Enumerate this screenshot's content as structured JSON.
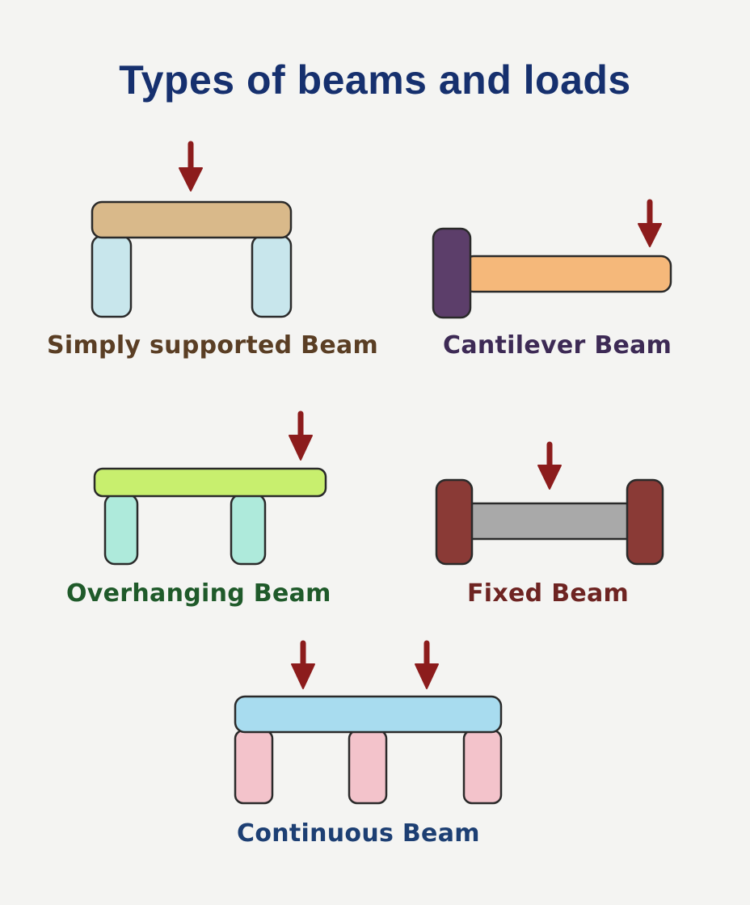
{
  "title": {
    "text": "Types of beams and loads",
    "color": "#16306e"
  },
  "beams": {
    "simply_supported": {
      "label": "Simply supported Beam",
      "label_color": "#5a3e24",
      "beam_color": "#d9b98a",
      "support_color": "#c8e6ec",
      "load_count": 1
    },
    "cantilever": {
      "label": "Cantilever Beam",
      "label_color": "#3d2a55",
      "beam_color": "#f5b87a",
      "support_color": "#5c3e6a",
      "load_count": 1
    },
    "overhanging": {
      "label": "Overhanging Beam",
      "label_color": "#1f5a2a",
      "beam_color": "#c8ef6e",
      "support_color": "#aeeadb",
      "load_count": 1
    },
    "fixed": {
      "label": "Fixed Beam",
      "label_color": "#6e2422",
      "beam_color": "#a9a9a9",
      "support_color": "#8a3a36",
      "load_count": 1
    },
    "continuous": {
      "label": "Continuous Beam",
      "label_color": "#1d3f73",
      "beam_color": "#a8dcef",
      "support_color": "#f3c3cb",
      "load_count": 2
    }
  },
  "arrow_color": "#8c1c1c",
  "outline_color": "#2a2a2a"
}
